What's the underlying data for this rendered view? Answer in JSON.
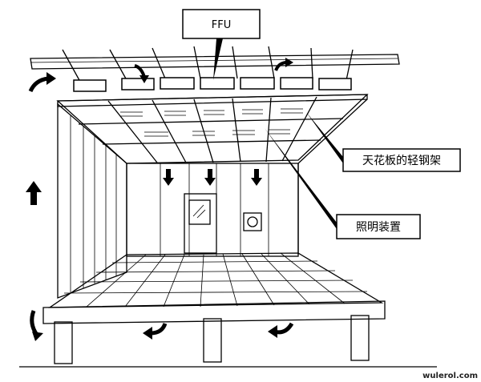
{
  "labels": {
    "ffu": "FFU",
    "ceiling_frame": "天花板的轻钢架",
    "lighting": "照明装置"
  },
  "watermark": "wulerol.com",
  "icons": {
    "downflow": "arrow-down-icon",
    "return_air": "curved-arrow-icon",
    "door_window": "door-icon",
    "fixture": "lighting-fixture-icon"
  },
  "colors": {
    "line": "#000000",
    "background": "#ffffff"
  }
}
